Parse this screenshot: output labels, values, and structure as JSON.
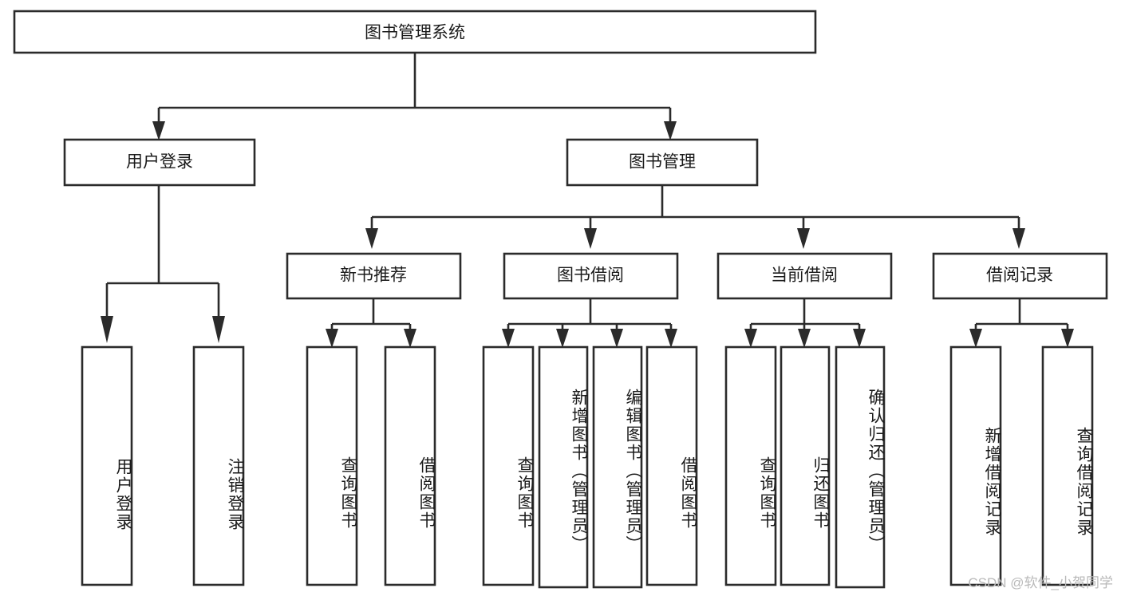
{
  "diagram": {
    "type": "tree",
    "title": "图书管理系统",
    "orientation": "top-down",
    "colors": {
      "box_stroke": "#2b2b2b",
      "box_fill": "#ffffff",
      "text": "#1a1a1a",
      "background": "#ffffff",
      "watermark": "#b9b9b9"
    },
    "levels": {
      "level1": [
        "图书管理系统"
      ],
      "level2": [
        "用户登录",
        "图书管理"
      ],
      "level3": [
        "新书推荐",
        "图书借阅",
        "当前借阅",
        "借阅记录"
      ],
      "level4_leaves": [
        "用户登录",
        "注销登录",
        "查询图书",
        "借阅图书",
        "查询图书",
        "新增图书（管理员）",
        "编辑图书（管理员）",
        "借阅图书",
        "查询图书",
        "归还图书",
        "确认归还（管理员）",
        "新增借阅记录",
        "查询借阅记录"
      ]
    },
    "nodes": {
      "root": {
        "label": "图书管理系统"
      },
      "user_login": {
        "label": "用户登录"
      },
      "book_manage": {
        "label": "图书管理"
      },
      "new_book_rec": {
        "label": "新书推荐"
      },
      "book_borrow": {
        "label": "图书借阅"
      },
      "current_borrow": {
        "label": "当前借阅"
      },
      "borrow_record": {
        "label": "借阅记录"
      },
      "leaf_user_login": {
        "label": "用户登录"
      },
      "leaf_logout": {
        "label": "注销登录"
      },
      "leaf_query_book_1": {
        "label": "查询图书"
      },
      "leaf_borrow_book_1": {
        "label": "借阅图书"
      },
      "leaf_query_book_2": {
        "label": "查询图书"
      },
      "leaf_add_book": {
        "label": "新增图书（管理员）"
      },
      "leaf_edit_book": {
        "label": "编辑图书（管理员）"
      },
      "leaf_borrow_book_2": {
        "label": "借阅图书"
      },
      "leaf_query_book_3": {
        "label": "查询图书"
      },
      "leaf_return_book": {
        "label": "归还图书"
      },
      "leaf_confirm_return": {
        "label": "确认归还（管理员）"
      },
      "leaf_add_record": {
        "label": "新增借阅记录"
      },
      "leaf_query_record": {
        "label": "查询借阅记录"
      }
    },
    "edges": [
      {
        "from": "root",
        "to": "user_login"
      },
      {
        "from": "root",
        "to": "book_manage"
      },
      {
        "from": "user_login",
        "to": "leaf_user_login"
      },
      {
        "from": "user_login",
        "to": "leaf_logout"
      },
      {
        "from": "book_manage",
        "to": "new_book_rec"
      },
      {
        "from": "book_manage",
        "to": "book_borrow"
      },
      {
        "from": "book_manage",
        "to": "current_borrow"
      },
      {
        "from": "book_manage",
        "to": "borrow_record"
      },
      {
        "from": "new_book_rec",
        "to": "leaf_query_book_1"
      },
      {
        "from": "new_book_rec",
        "to": "leaf_borrow_book_1"
      },
      {
        "from": "book_borrow",
        "to": "leaf_query_book_2"
      },
      {
        "from": "book_borrow",
        "to": "leaf_add_book"
      },
      {
        "from": "book_borrow",
        "to": "leaf_edit_book"
      },
      {
        "from": "book_borrow",
        "to": "leaf_borrow_book_2"
      },
      {
        "from": "current_borrow",
        "to": "leaf_query_book_3"
      },
      {
        "from": "current_borrow",
        "to": "leaf_return_book"
      },
      {
        "from": "current_borrow",
        "to": "leaf_confirm_return"
      },
      {
        "from": "borrow_record",
        "to": "leaf_add_record"
      },
      {
        "from": "borrow_record",
        "to": "leaf_query_record"
      }
    ]
  },
  "watermark": {
    "text": "CSDN @软件_小贺同学"
  }
}
